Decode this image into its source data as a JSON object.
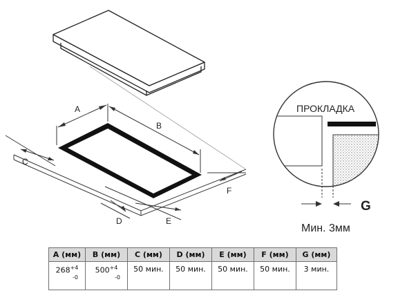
{
  "diagram": {
    "labels": {
      "a": "A",
      "b": "B",
      "c": "C",
      "d": "D",
      "e": "E",
      "f": "F"
    }
  },
  "detail": {
    "gasket_label": "ПРОКЛАДКА",
    "gap_label": "G",
    "min_label": "Мин. 3мм"
  },
  "table": {
    "headers": [
      "A (мм)",
      "B (мм)",
      "C (мм)",
      "D (мм)",
      "E (мм)",
      "F (мм)",
      "G (мм)"
    ],
    "cells": [
      {
        "value": "268",
        "tol_plus": "+4",
        "tol_minus": "-0"
      },
      {
        "value": "500",
        "tol_plus": "+4",
        "tol_minus": "-0"
      },
      {
        "value": "50 мин."
      },
      {
        "value": "50 мин."
      },
      {
        "value": "50 мин."
      },
      {
        "value": "50 мин."
      },
      {
        "value": "3 мин."
      }
    ]
  }
}
